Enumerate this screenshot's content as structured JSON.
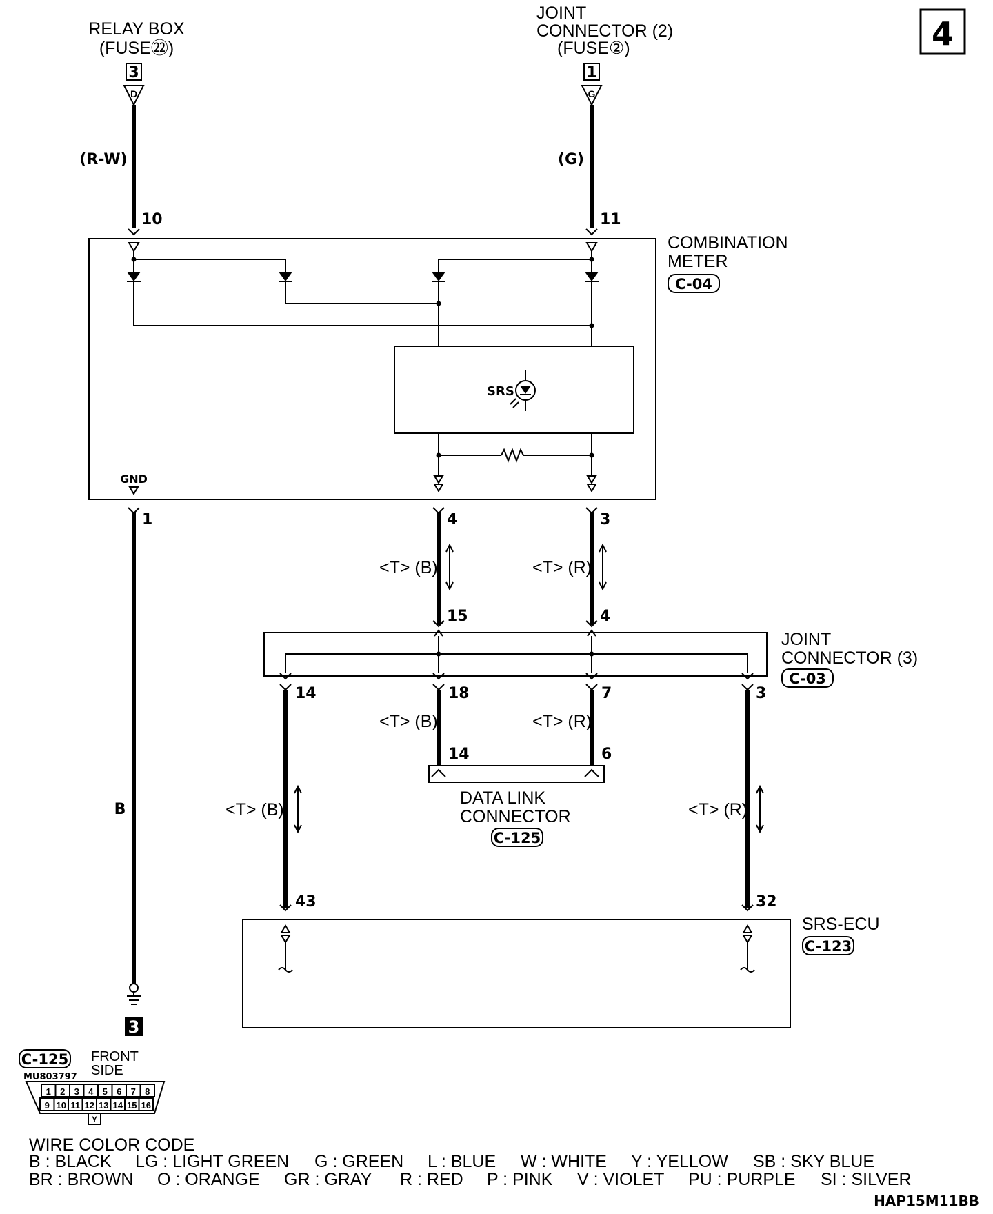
{
  "page_number": "4",
  "sources": {
    "relay_box": {
      "title": "RELAY BOX",
      "fuse": "(FUSE㉒)",
      "terminal_number": "3",
      "terminal_letter": "D",
      "wire_color": "(R-W)"
    },
    "joint_connector_2": {
      "title_line1": "JOINT",
      "title_line2": "CONNECTOR (2)",
      "fuse": "(FUSE②)",
      "terminal_number": "1",
      "terminal_letter": "G",
      "wire_color": "(G)"
    }
  },
  "combination_meter": {
    "name_line1": "COMBINATION",
    "name_line2": "METER",
    "connector": "C-04",
    "pins": {
      "p10": "10",
      "p11": "11",
      "gnd_pin": "1",
      "p4": "4",
      "p3": "3"
    },
    "gnd_label": "GND",
    "lamp_label": "SRS"
  },
  "wires": {
    "meter_to_joint_b": "<T> (B)",
    "meter_to_joint_r": "<T> (R)",
    "joint_to_dlc_b": "<T> (B)",
    "joint_to_dlc_r": "<T> (R)",
    "joint_to_ecu_b": "<T> (B)",
    "joint_to_ecu_r": "<T> (R)",
    "ground_wire": "B"
  },
  "joint_connector_3": {
    "name_line1": "JOINT",
    "name_line2": "CONNECTOR (3)",
    "connector": "C-03",
    "pins": {
      "in_left": "15",
      "in_right": "4",
      "out1": "14",
      "out2": "18",
      "out3": "7",
      "out4": "3"
    }
  },
  "data_link_connector": {
    "name_line1": "DATA LINK",
    "name_line2": "CONNECTOR",
    "connector": "C-125",
    "pins": {
      "left": "14",
      "right": "6"
    }
  },
  "srs_ecu": {
    "name": "SRS-ECU",
    "connector": "C-123",
    "pins": {
      "left": "43",
      "right": "32"
    }
  },
  "ground_point": "3",
  "connector_view": {
    "connector": "C-125",
    "side_line1": "FRONT",
    "side_line2": "SIDE",
    "part_number": "MU803797",
    "top_row": [
      "1",
      "2",
      "3",
      "4",
      "5",
      "6",
      "7",
      "8"
    ],
    "bottom_row": [
      "9",
      "10",
      "11",
      "12",
      "13",
      "14",
      "15",
      "16"
    ],
    "key": "Y"
  },
  "wire_color_code": {
    "title": "WIRE COLOR CODE",
    "row1": [
      "B : BLACK",
      "LG : LIGHT GREEN",
      "G : GREEN",
      "L : BLUE",
      "W : WHITE",
      "Y : YELLOW",
      "SB : SKY BLUE"
    ],
    "row2": [
      "BR : BROWN",
      "O : ORANGE",
      "GR : GRAY",
      "R : RED",
      "P : PINK",
      "V : VIOLET",
      "PU : PURPLE",
      "SI : SILVER"
    ]
  },
  "figure_id": "HAP15M11BB"
}
